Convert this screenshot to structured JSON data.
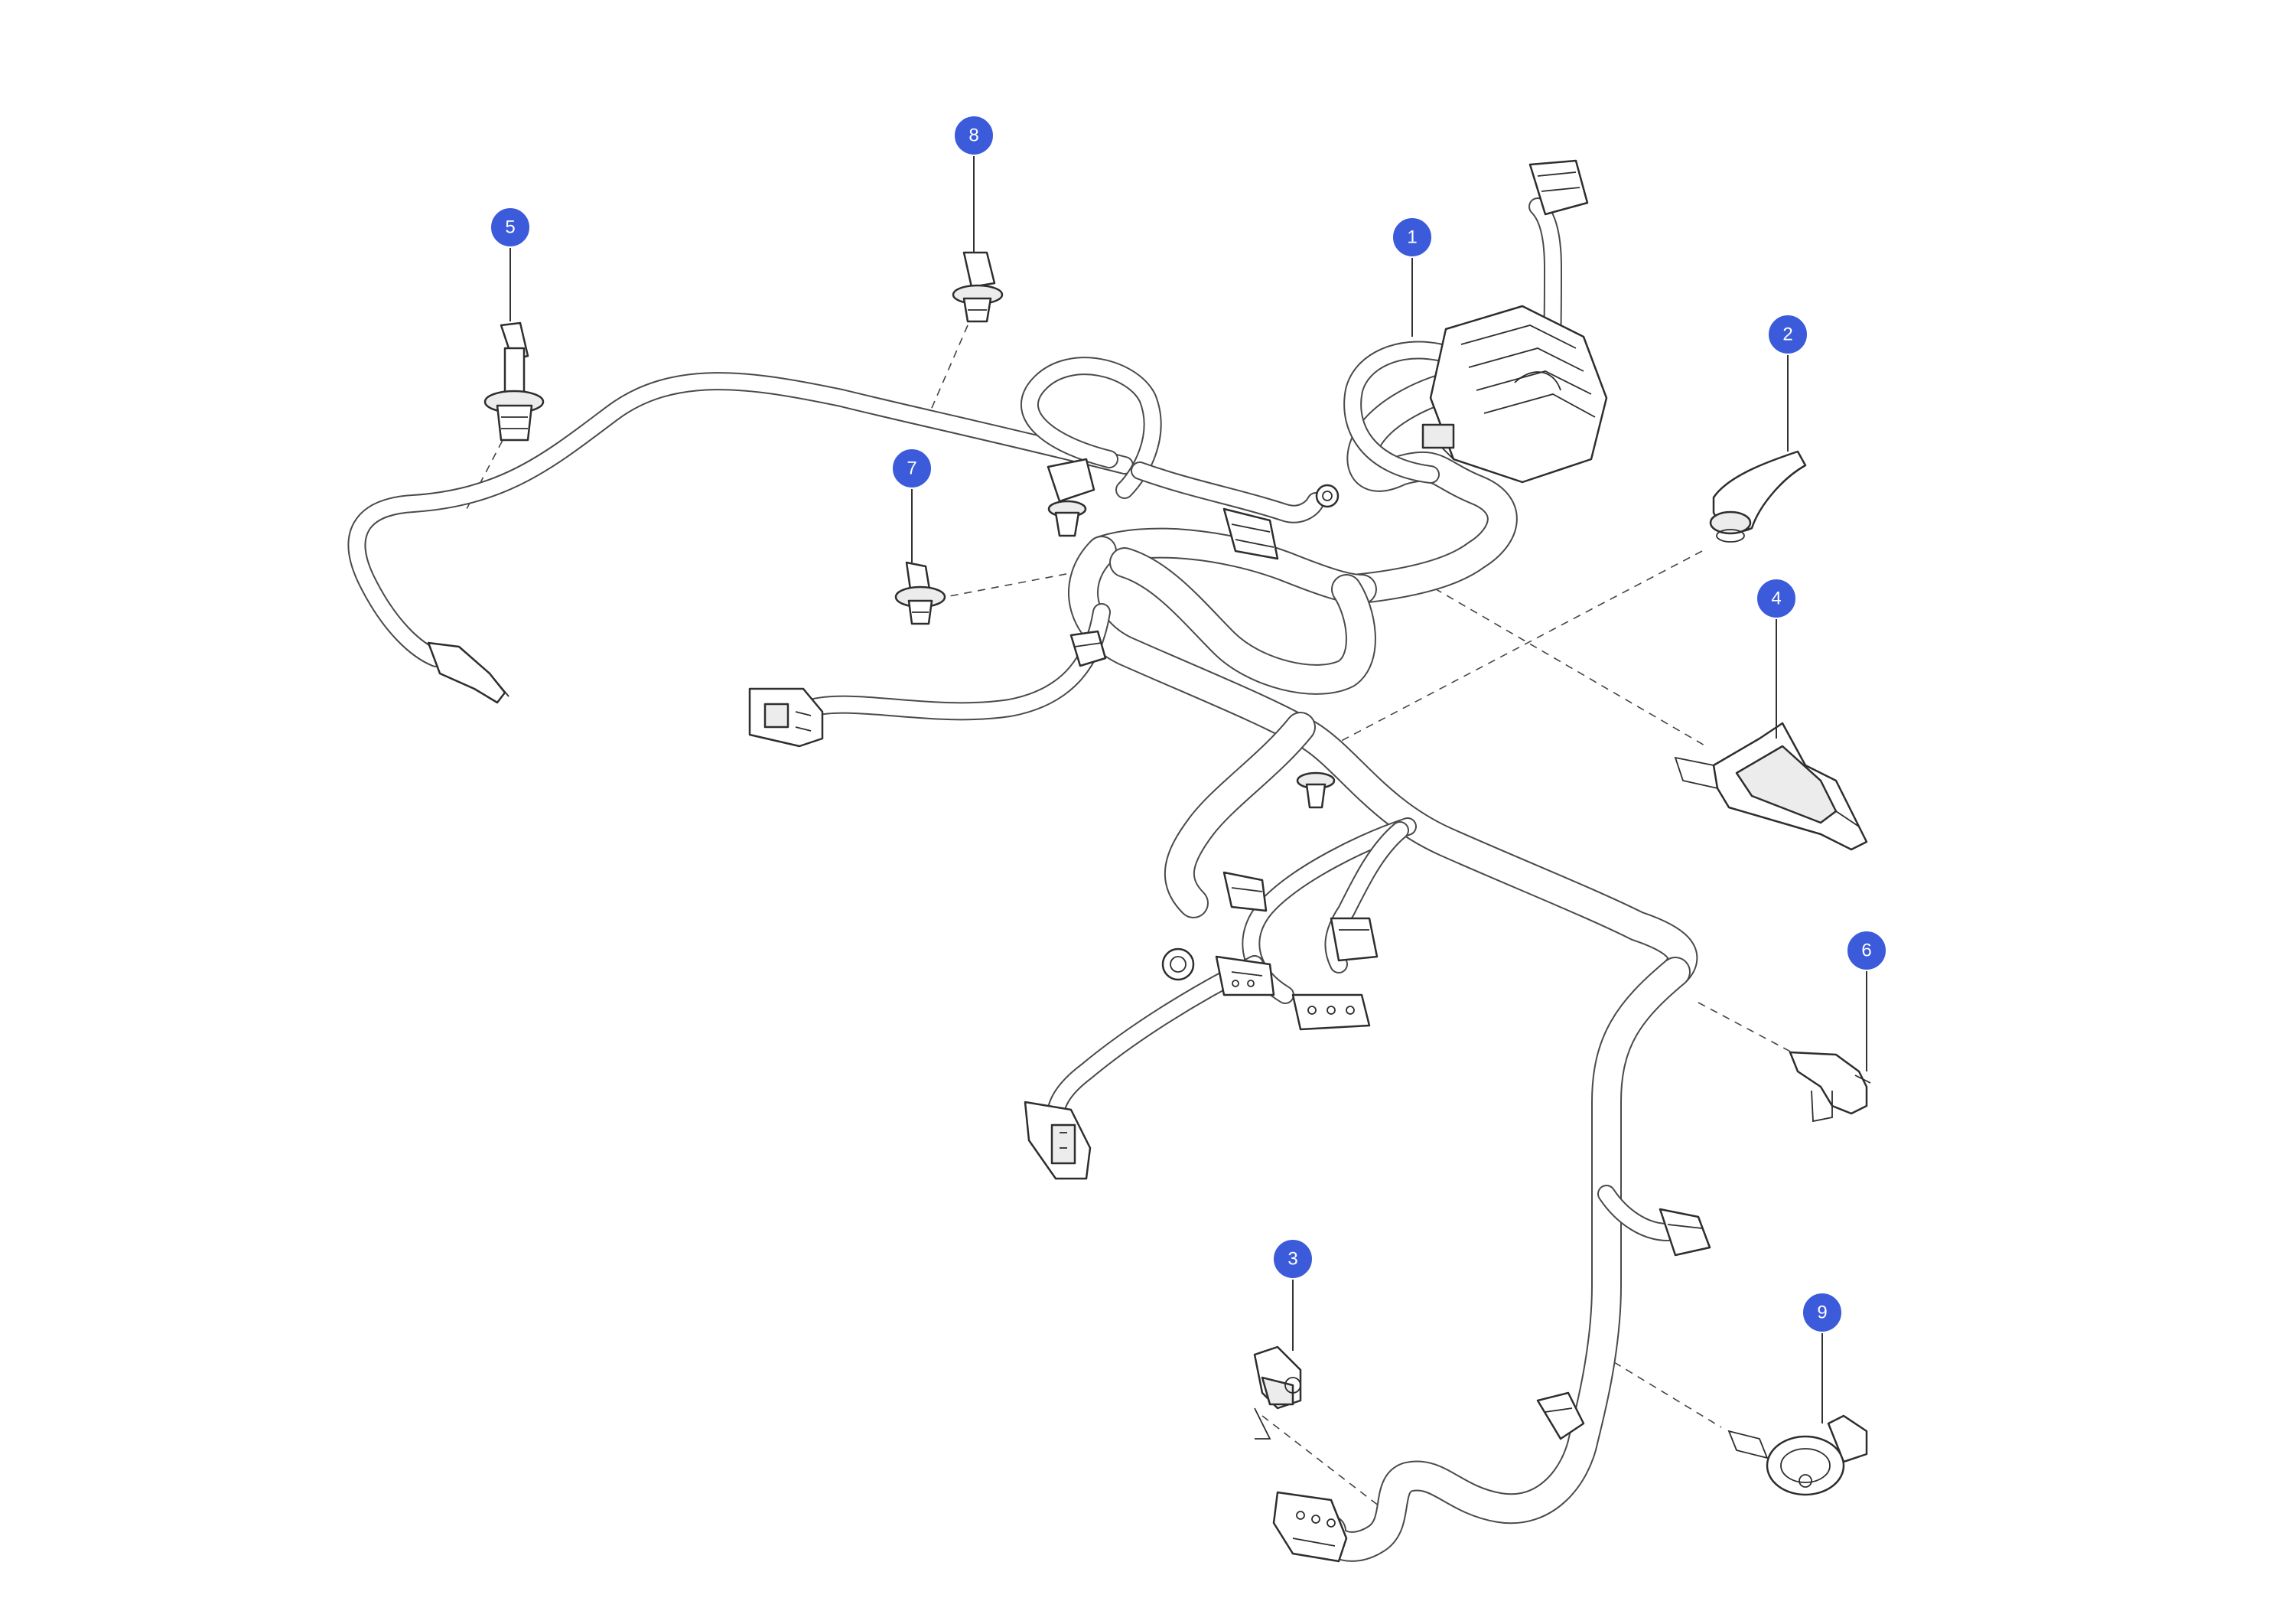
{
  "diagram": {
    "callouts": [
      {
        "label": "1"
      },
      {
        "label": "2"
      },
      {
        "label": "3"
      },
      {
        "label": "4"
      },
      {
        "label": "5"
      },
      {
        "label": "6"
      },
      {
        "label": "7"
      },
      {
        "label": "8"
      },
      {
        "label": "9"
      }
    ],
    "colors": {
      "callout_fill": "#3b5bdb",
      "callout_text": "#ffffff",
      "line_art": "#2e2e2e",
      "background": "#ffffff"
    }
  }
}
